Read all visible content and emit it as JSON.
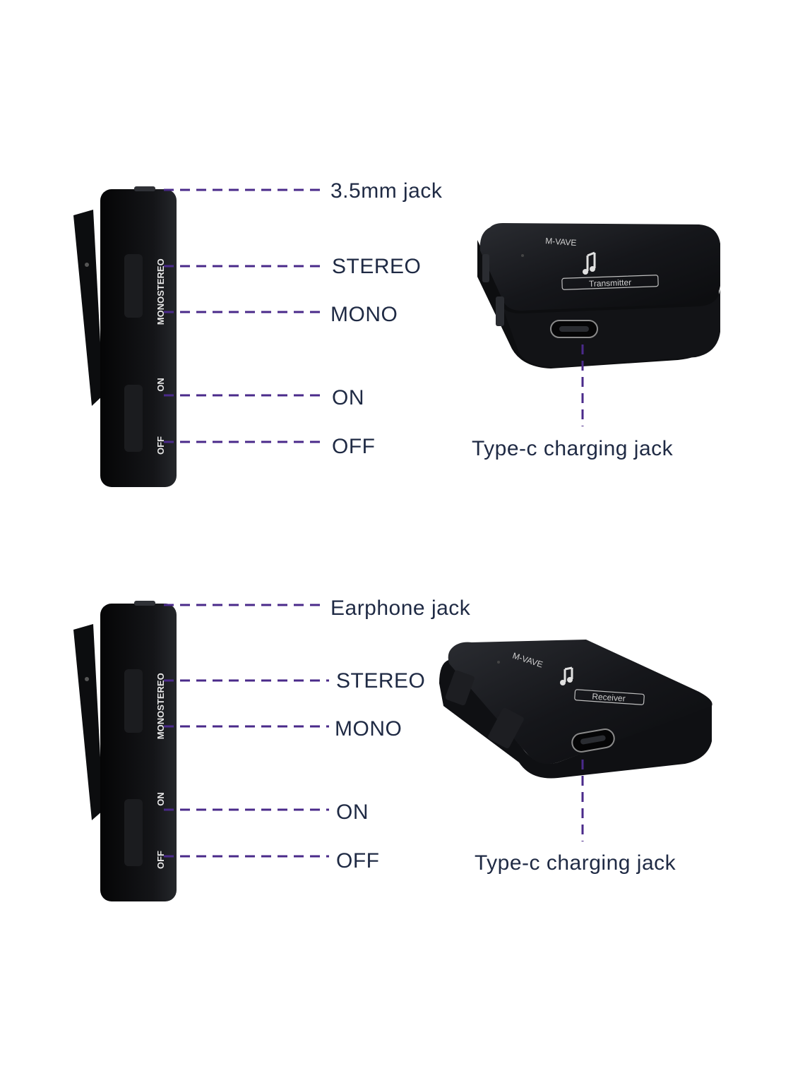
{
  "colors": {
    "leader": "#4a2a8a",
    "label": "#1f2a44",
    "device": "#111214"
  },
  "transmitter": {
    "side_marks": {
      "stereo": "STEREO",
      "mono": "MONO",
      "on": "ON",
      "off": "OFF"
    },
    "callouts": [
      "3.5mm jack",
      "STEREO",
      "MONO",
      "ON",
      "OFF"
    ],
    "brand": "M-VAVE",
    "name_badge": "Transmitter",
    "charging_label": "Type-c charging jack"
  },
  "receiver": {
    "side_marks": {
      "stereo": "STEREO",
      "mono": "MONO",
      "on": "ON",
      "off": "OFF"
    },
    "callouts": [
      "Earphone jack",
      "STEREO",
      "MONO",
      "ON",
      "OFF"
    ],
    "brand": "M-VAVE",
    "name_badge": "Receiver",
    "charging_label": "Type-c charging jack"
  }
}
